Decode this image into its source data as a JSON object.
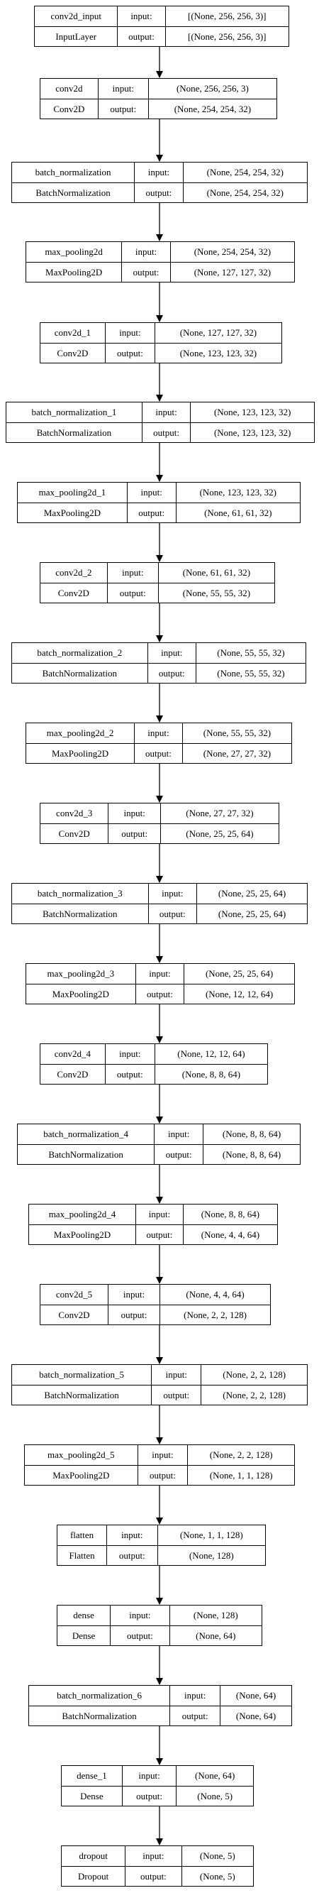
{
  "nodes": [
    {
      "name": "conv2d_input",
      "type": "InputLayer",
      "input": "[(None, 256, 256, 3)]",
      "output": "[(None, 256, 256, 3)]"
    },
    {
      "name": "conv2d",
      "type": "Conv2D",
      "input": "(None, 256, 256, 3)",
      "output": "(None, 254, 254, 32)"
    },
    {
      "name": "batch_normalization",
      "type": "BatchNormalization",
      "input": "(None, 254, 254, 32)",
      "output": "(None, 254, 254, 32)"
    },
    {
      "name": "max_pooling2d",
      "type": "MaxPooling2D",
      "input": "(None, 254, 254, 32)",
      "output": "(None, 127, 127, 32)"
    },
    {
      "name": "conv2d_1",
      "type": "Conv2D",
      "input": "(None, 127, 127, 32)",
      "output": "(None, 123, 123, 32)"
    },
    {
      "name": "batch_normalization_1",
      "type": "BatchNormalization",
      "input": "(None, 123, 123, 32)",
      "output": "(None, 123, 123, 32)"
    },
    {
      "name": "max_pooling2d_1",
      "type": "MaxPooling2D",
      "input": "(None, 123, 123, 32)",
      "output": "(None, 61, 61, 32)"
    },
    {
      "name": "conv2d_2",
      "type": "Conv2D",
      "input": "(None, 61, 61, 32)",
      "output": "(None, 55, 55, 32)"
    },
    {
      "name": "batch_normalization_2",
      "type": "BatchNormalization",
      "input": "(None, 55, 55, 32)",
      "output": "(None, 55, 55, 32)"
    },
    {
      "name": "max_pooling2d_2",
      "type": "MaxPooling2D",
      "input": "(None, 55, 55, 32)",
      "output": "(None, 27, 27, 32)"
    },
    {
      "name": "conv2d_3",
      "type": "Conv2D",
      "input": "(None, 27, 27, 32)",
      "output": "(None, 25, 25, 64)"
    },
    {
      "name": "batch_normalization_3",
      "type": "BatchNormalization",
      "input": "(None, 25, 25, 64)",
      "output": "(None, 25, 25, 64)"
    },
    {
      "name": "max_pooling2d_3",
      "type": "MaxPooling2D",
      "input": "(None, 25, 25, 64)",
      "output": "(None, 12, 12, 64)"
    },
    {
      "name": "conv2d_4",
      "type": "Conv2D",
      "input": "(None, 12, 12, 64)",
      "output": "(None, 8, 8, 64)"
    },
    {
      "name": "batch_normalization_4",
      "type": "BatchNormalization",
      "input": "(None, 8, 8, 64)",
      "output": "(None, 8, 8, 64)"
    },
    {
      "name": "max_pooling2d_4",
      "type": "MaxPooling2D",
      "input": "(None, 8, 8, 64)",
      "output": "(None, 4, 4, 64)"
    },
    {
      "name": "conv2d_5",
      "type": "Conv2D",
      "input": "(None, 4, 4, 64)",
      "output": "(None, 2, 2, 128)"
    },
    {
      "name": "batch_normalization_5",
      "type": "BatchNormalization",
      "input": "(None, 2, 2, 128)",
      "output": "(None, 2, 2, 128)"
    },
    {
      "name": "max_pooling2d_5",
      "type": "MaxPooling2D",
      "input": "(None, 2, 2, 128)",
      "output": "(None, 1, 1, 128)"
    },
    {
      "name": "flatten",
      "type": "Flatten",
      "input": "(None, 1, 1, 128)",
      "output": "(None, 128)"
    },
    {
      "name": "dense",
      "type": "Dense",
      "input": "(None, 128)",
      "output": "(None, 64)"
    },
    {
      "name": "batch_normalization_6",
      "type": "BatchNormalization",
      "input": "(None, 64)",
      "output": "(None, 64)"
    },
    {
      "name": "dense_1",
      "type": "Dense",
      "input": "(None, 64)",
      "output": "(None, 5)"
    },
    {
      "name": "dropout",
      "type": "Dropout",
      "input": "(None, 5)",
      "output": "(None, 5)"
    }
  ],
  "labels": {
    "input": "input:",
    "output": "output:"
  }
}
